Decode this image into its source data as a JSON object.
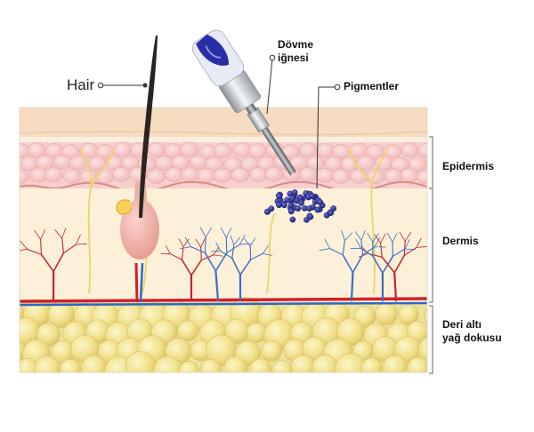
{
  "labels": {
    "hair": "Hair",
    "needle_line1": "Dövme",
    "needle_line2": "iğnesi",
    "pigments": "Pigmentler",
    "epidermis": "Epidermis",
    "dermis": "Dermis",
    "fat_line1": "Deri altı",
    "fat_line2": "yağ dokusu"
  },
  "colors": {
    "top_layer": "#f6dcc0",
    "epidermis": "#f7d0ce",
    "dermis": "#fcf1d8",
    "fat": "#f2e69a",
    "pigment": "#2a2e8e",
    "artery": "#d0202a",
    "vein": "#2a68c8"
  }
}
